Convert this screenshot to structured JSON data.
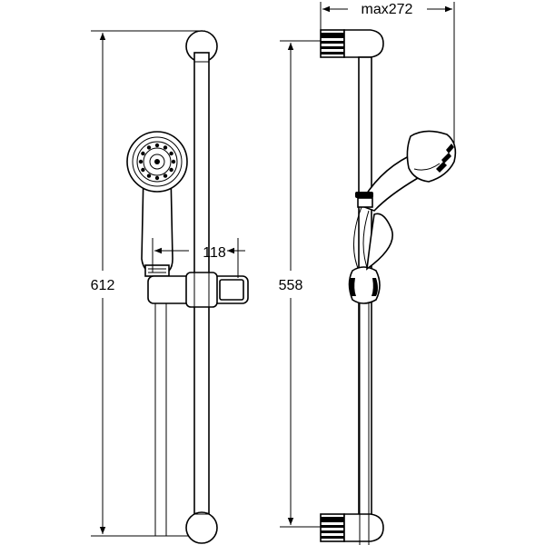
{
  "drawing": {
    "front_view": {
      "overall_height_label": "612",
      "handshower_offset_label": "118"
    },
    "side_view": {
      "rail_height_label": "558",
      "projection_label": "max272"
    },
    "line_color": "#000000",
    "background": "#ffffff"
  }
}
